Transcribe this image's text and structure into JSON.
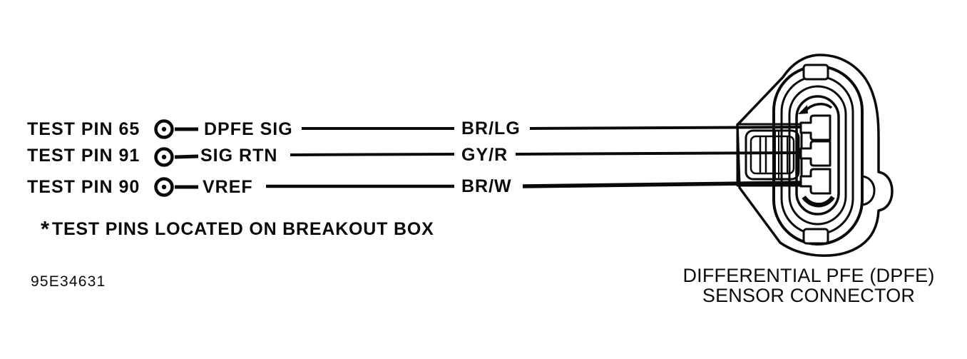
{
  "diagram": {
    "id_code": "95E34631",
    "footnote": {
      "asterisk": "*",
      "text": "TEST PINS LOCATED ON BREAKOUT BOX"
    },
    "connector_caption": {
      "line1": "DIFFERENTIAL PFE (DPFE)",
      "line2": "SENSOR CONNECTOR"
    },
    "rows": [
      {
        "test_pin": "TEST PIN 65",
        "signal": "DPFE SIG",
        "wire_color": "BR/LG"
      },
      {
        "test_pin": "TEST PIN 91",
        "signal": "SIG RTN",
        "wire_color": "GY/R"
      },
      {
        "test_pin": "TEST PIN 90",
        "signal": "VREF",
        "wire_color": "BR/W"
      }
    ],
    "colors": {
      "ink": "#0a0a0a",
      "background": "#ffffff"
    }
  }
}
